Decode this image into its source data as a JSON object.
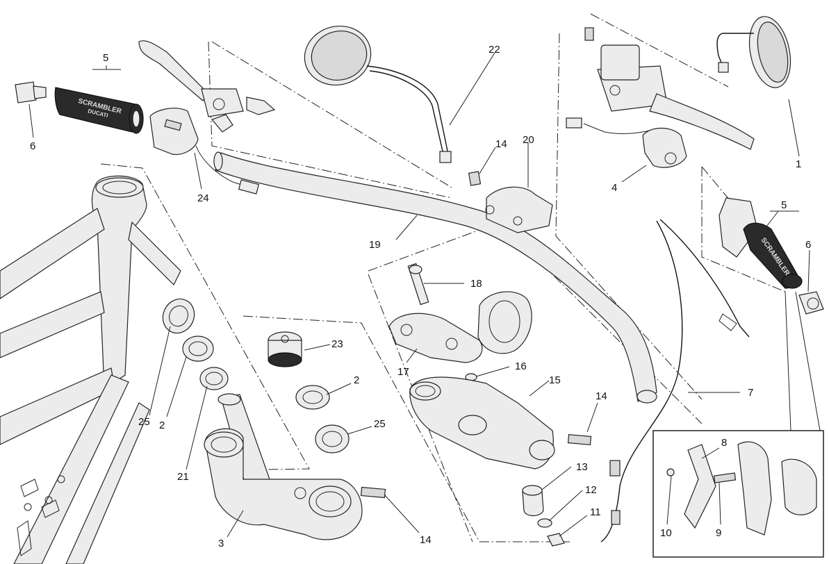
{
  "callouts": [
    {
      "id": "c1",
      "text": "1"
    },
    {
      "id": "c2a",
      "text": "2"
    },
    {
      "id": "c2b",
      "text": "2"
    },
    {
      "id": "c3",
      "text": "3"
    },
    {
      "id": "c4",
      "text": "4"
    },
    {
      "id": "c5a",
      "text": "5"
    },
    {
      "id": "c5b",
      "text": "5"
    },
    {
      "id": "c6a",
      "text": "6"
    },
    {
      "id": "c6b",
      "text": "6"
    },
    {
      "id": "c7",
      "text": "7"
    },
    {
      "id": "c8",
      "text": "8"
    },
    {
      "id": "c9",
      "text": "9"
    },
    {
      "id": "c10",
      "text": "10"
    },
    {
      "id": "c11",
      "text": "11"
    },
    {
      "id": "c12",
      "text": "12"
    },
    {
      "id": "c13",
      "text": "13"
    },
    {
      "id": "c14a",
      "text": "14"
    },
    {
      "id": "c14b",
      "text": "14"
    },
    {
      "id": "c14c",
      "text": "14"
    },
    {
      "id": "c15",
      "text": "15"
    },
    {
      "id": "c16",
      "text": "16"
    },
    {
      "id": "c17",
      "text": "17"
    },
    {
      "id": "c18",
      "text": "18"
    },
    {
      "id": "c19",
      "text": "19"
    },
    {
      "id": "c20",
      "text": "20"
    },
    {
      "id": "c21",
      "text": "21"
    },
    {
      "id": "c22",
      "text": "22"
    },
    {
      "id": "c23",
      "text": "23"
    },
    {
      "id": "c24",
      "text": "24"
    },
    {
      "id": "c25a",
      "text": "25"
    },
    {
      "id": "c25b",
      "text": "25"
    }
  ],
  "grip_text": {
    "main": "SCRAMBLER",
    "sub": "DUCATI"
  },
  "colors": {
    "line": "#111111",
    "part_fill": "#d9d9d9",
    "grip": "#2a2a2a",
    "background": "#ffffff"
  }
}
